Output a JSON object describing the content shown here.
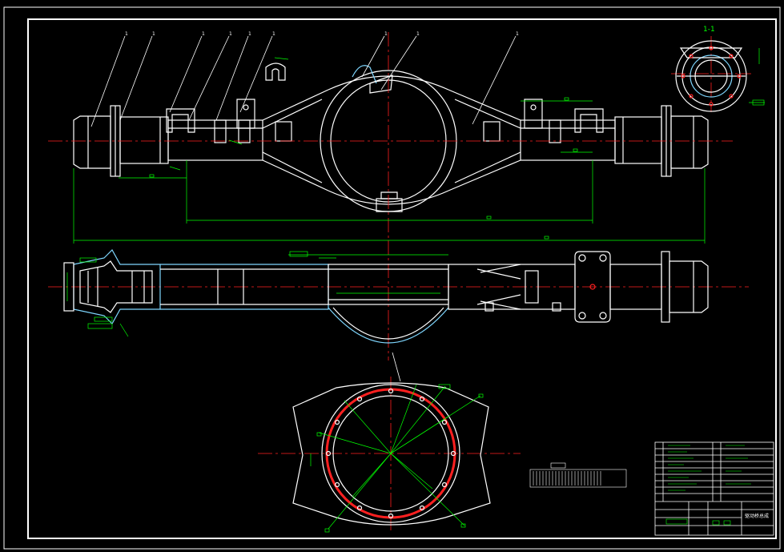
{
  "drawing": {
    "section_label": "1-1",
    "title_block": {
      "drawing_title": "驱动桥总成"
    },
    "colors": {
      "background": "#000000",
      "outline": "#ffffff",
      "centerline": "#ff2020",
      "dimension": "#00ff00",
      "section_hatch": "#7fd7ff",
      "bolt": "#ff2020"
    },
    "balloon_labels": [
      "1",
      "1",
      "1",
      "1",
      "1",
      "1",
      "1",
      "1",
      "1"
    ]
  }
}
